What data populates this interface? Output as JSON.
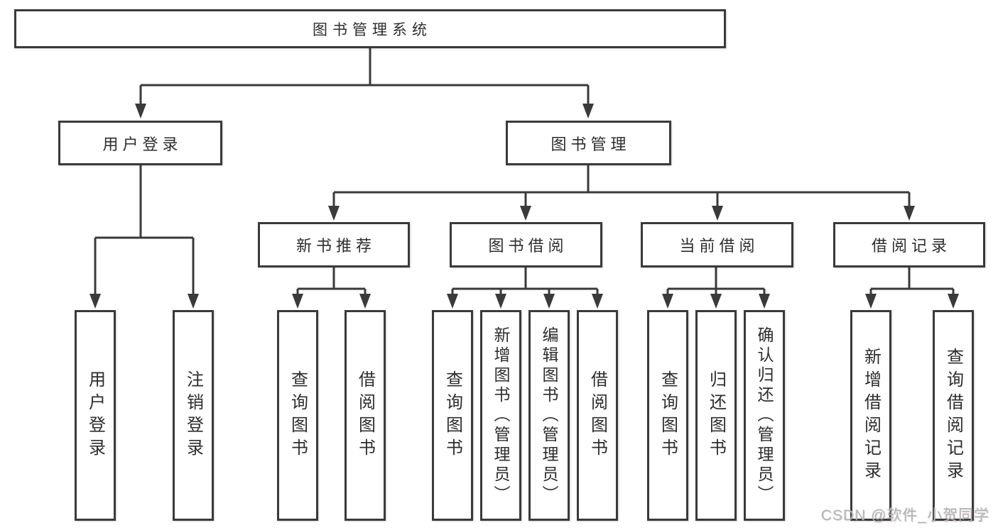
{
  "diagram": {
    "root": {
      "label": "图书管理系统"
    },
    "branches": [
      {
        "label": "用户登录",
        "leaves": [
          "用户登录",
          "注销登录"
        ]
      },
      {
        "label": "图书管理",
        "groups": [
          {
            "label": "新书推荐",
            "leaves": [
              "查询图书",
              "借阅图书"
            ]
          },
          {
            "label": "图书借阅",
            "leaves": [
              "查询图书",
              "新增图书（管理员）",
              "编辑图书（管理员）",
              "借阅图书"
            ]
          },
          {
            "label": "当前借阅",
            "leaves": [
              "查询图书",
              "归还图书",
              "确认归还（管理员）"
            ]
          },
          {
            "label": "借阅记录",
            "leaves": [
              "新增借阅记录",
              "查询借阅记录"
            ]
          }
        ]
      }
    ]
  },
  "watermark": {
    "text": "CSDN @软件_小贺同学"
  },
  "colors": {
    "line": "#3a3a3a",
    "text": "#2d2d2d",
    "box_background": "#ffffff",
    "watermark": "#b5b5b5"
  }
}
